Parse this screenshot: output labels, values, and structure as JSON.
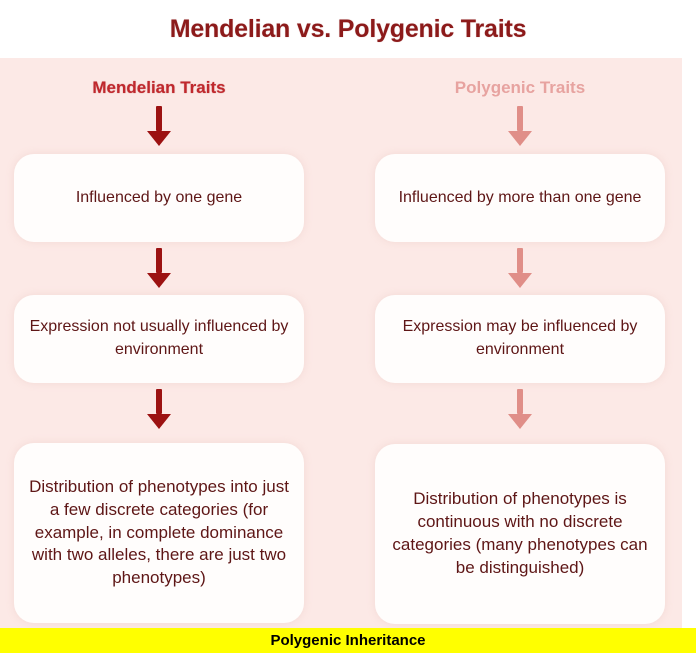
{
  "title": "Mendelian vs. Polygenic Traits",
  "columns": [
    {
      "header": "Mendelian Traits",
      "accent": "#c0282d",
      "arrow_color": "#9c1212"
    },
    {
      "header": "Polygenic Traits",
      "accent": "#e7a3a0",
      "arrow_color": "#e08e88"
    }
  ],
  "rows": [
    {
      "left": "Influenced by one gene",
      "right": "Influenced by more than one gene"
    },
    {
      "left": "Expression not usually influenced by environment",
      "right": "Expression may be influenced by environment"
    },
    {
      "left": "Distribution of phenotypes into just a few discrete categories (for example, in complete dominance with two alleles, there are just two phenotypes)",
      "right": "Distribution of phenotypes is continuous with no discrete categories (many phenotypes can be distinguished)"
    }
  ],
  "footer": {
    "label": "Polygenic Inheritance",
    "background": "#ffff00",
    "text_color": "#000000"
  },
  "theme": {
    "panel_background": "#fce9e6",
    "box_background": "#fffdfc",
    "title_color": "#8c1a1a",
    "body_text_color": "#5e1616",
    "page_background": "#ffffff"
  }
}
